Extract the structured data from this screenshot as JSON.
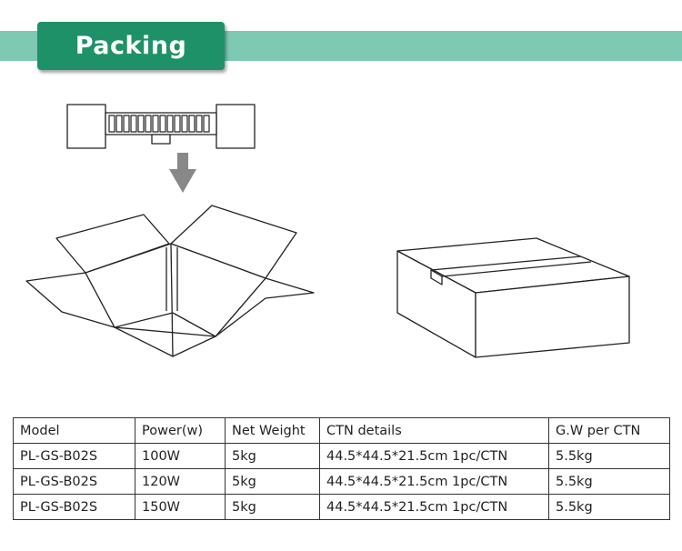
{
  "header": {
    "title": "Packing"
  },
  "table": {
    "columns": [
      "Model",
      "Power(w)",
      "Net Weight",
      "CTN details",
      "G.W per CTN"
    ],
    "rows": [
      [
        "PL-GS-B02S",
        "100W",
        "5kg",
        "44.5*44.5*21.5cm 1pc/CTN",
        "5.5kg"
      ],
      [
        "PL-GS-B02S",
        "120W",
        "5kg",
        "44.5*44.5*21.5cm 1pc/CTN",
        "5.5kg"
      ],
      [
        "PL-GS-B02S",
        "150W",
        "5kg",
        "44.5*44.5*21.5cm 1pc/CTN",
        "5.5kg"
      ]
    ]
  },
  "colors": {
    "band": "#7ec9b1",
    "tab": "#1e9169",
    "arrow": "#888888"
  },
  "icons": [
    "dumbbell-icon",
    "down-arrow-icon",
    "open-box-icon",
    "closed-box-icon"
  ]
}
